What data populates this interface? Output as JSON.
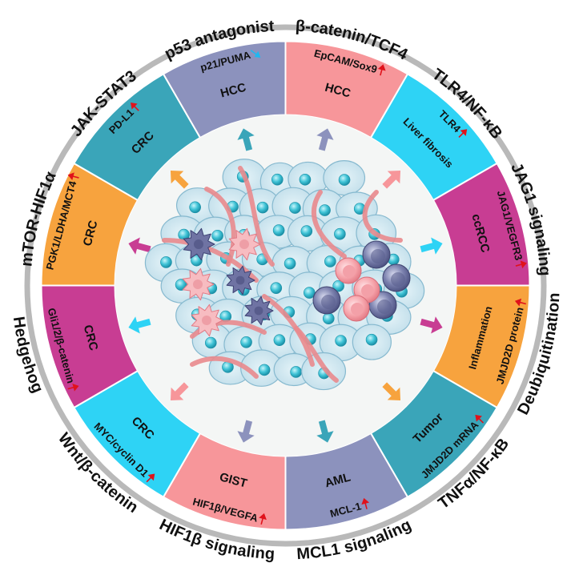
{
  "colors": {
    "ring_gray": "#b9b9b9",
    "inner_bg": "#f4f6f5",
    "magenta": "#c83d93",
    "orange": "#f7a33e",
    "teal": "#3aa5b9",
    "lavender": "#8c92bd",
    "salmon": "#f7969a",
    "cyan": "#2ed3f5",
    "cell_fill": "#cfe7f1",
    "cell_stroke": "#86b9cf",
    "fiber": "#e98a8d",
    "up_arrow": "#e0121b",
    "down_arrow": "#20b8f0"
  },
  "segments": [
    {
      "pathway": "mTOR-HIF1α",
      "line1": "PGK1/LDHA/MCT4",
      "line2": "CRC",
      "line1_marker": "up",
      "line2_marker": "none",
      "color": "orange",
      "arrow_color": "magenta"
    },
    {
      "pathway": "JAK-STAT3",
      "line1": "PD-L1",
      "line2": "CRC",
      "line1_marker": "up",
      "line2_marker": "none",
      "color": "teal",
      "arrow_color": "orange"
    },
    {
      "pathway": "p53 antagonist",
      "line1": "p21/PUMA",
      "line2": "HCC",
      "line1_marker": "down",
      "line2_marker": "none",
      "color": "lavender",
      "arrow_color": "teal"
    },
    {
      "pathway": "β-catenin/TCF4",
      "line1": "EpCAM/Sox9",
      "line2": "HCC",
      "line1_marker": "up",
      "line2_marker": "none",
      "color": "salmon",
      "arrow_color": "lavender"
    },
    {
      "pathway": "TLR4/NF-κB",
      "line1": "TLR4",
      "line2": "Liver fibrosis",
      "line1_marker": "up",
      "line2_marker": "none",
      "color": "cyan",
      "arrow_color": "salmon"
    },
    {
      "pathway": "JAG1 signaling",
      "line1": "JAG1/VEGFR3",
      "line2": "ccRCC",
      "line1_marker": "up",
      "line2_marker": "none",
      "color": "magenta",
      "arrow_color": "cyan"
    },
    {
      "pathway": "Deubiquitination",
      "line1": "JMJD2D protein",
      "line2": "Inflammation",
      "line1_marker": "up",
      "line2_marker": "none",
      "color": "orange",
      "arrow_color": "magenta"
    },
    {
      "pathway": "TNFα/NF-κB",
      "line1": "JMJD2D mRNA",
      "line2": "Tumor",
      "line1_marker": "up",
      "line2_marker": "none",
      "color": "teal",
      "arrow_color": "orange"
    },
    {
      "pathway": "MCL1 signaling",
      "line1": "MCL-1",
      "line2": "AML",
      "line1_marker": "up",
      "line2_marker": "none",
      "color": "lavender",
      "arrow_color": "teal"
    },
    {
      "pathway": "HIF1β signaling",
      "line1": "HIF1β/VEGFA",
      "line2": "GIST",
      "line1_marker": "up",
      "line2_marker": "none",
      "color": "salmon",
      "arrow_color": "lavender"
    },
    {
      "pathway": "Wnt/β-catenin",
      "line1": "MYC/cyclin D1",
      "line2": "CRC",
      "line1_marker": "up",
      "line2_marker": "none",
      "color": "cyan",
      "arrow_color": "salmon"
    },
    {
      "pathway": "Hedgehog",
      "line1": "Gli1/2/β-catenin",
      "line2": "CRC",
      "line1_marker": "up",
      "line2_marker": "none",
      "color": "magenta",
      "arrow_color": "cyan"
    }
  ]
}
